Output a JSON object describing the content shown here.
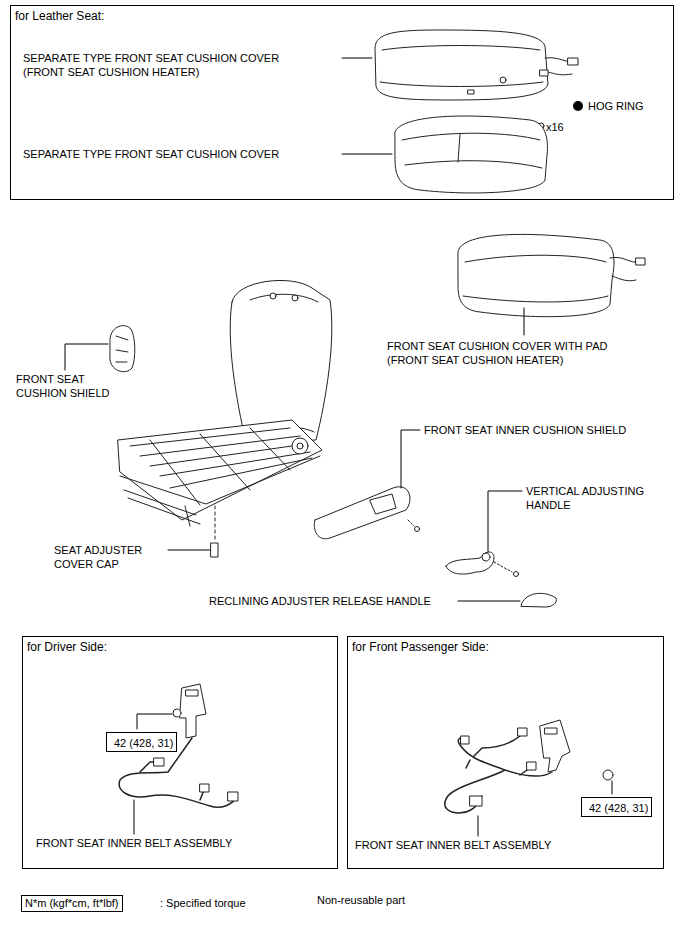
{
  "diagram": {
    "nodes": [
      {
        "text": [
          "for Leather Seat:"
        ]
      },
      {
        "text": [
          "for Driver Side:"
        ]
      },
      {
        "text": [
          "42 (428, 31)"
        ],
        "in": 1
      },
      {
        "text": [
          "for Front Passenger Side:"
        ]
      },
      {
        "text": [
          "42 (428, 31)"
        ],
        "in": 3
      },
      {
        "text": [
          "N*m (kgf*cm, ft*lbf)"
        ]
      }
    ],
    "labels": [
      "SEPARATE TYPE FRONT SEAT CUSHION COVER (FRONT SEAT CUSHION HEATER)",
      "HOG RING",
      "x16",
      "SEPARATE TYPE FRONT SEAT CUSHION COVER",
      "FRONT SEAT CUSHION COVER WITH PAD (FRONT SEAT CUSHION HEATER)",
      "FRONT SEAT CUSHION SHIELD",
      "FRONT SEAT INNER CUSHION SHIELD",
      "VERTICAL ADJUSTING HANDLE",
      "SEAT ADJUSTER COVER CAP",
      "RECLINING ADJUSTER RELEASE HANDLE",
      "FRONT SEAT INNER BELT ASSEMBLY",
      "FRONT SEAT INNER BELT ASSEMBLY"
    ],
    "legend": [
      {
        "text": ": Specified torque"
      },
      {
        "text": "Non-reusable part"
      }
    ]
  }
}
